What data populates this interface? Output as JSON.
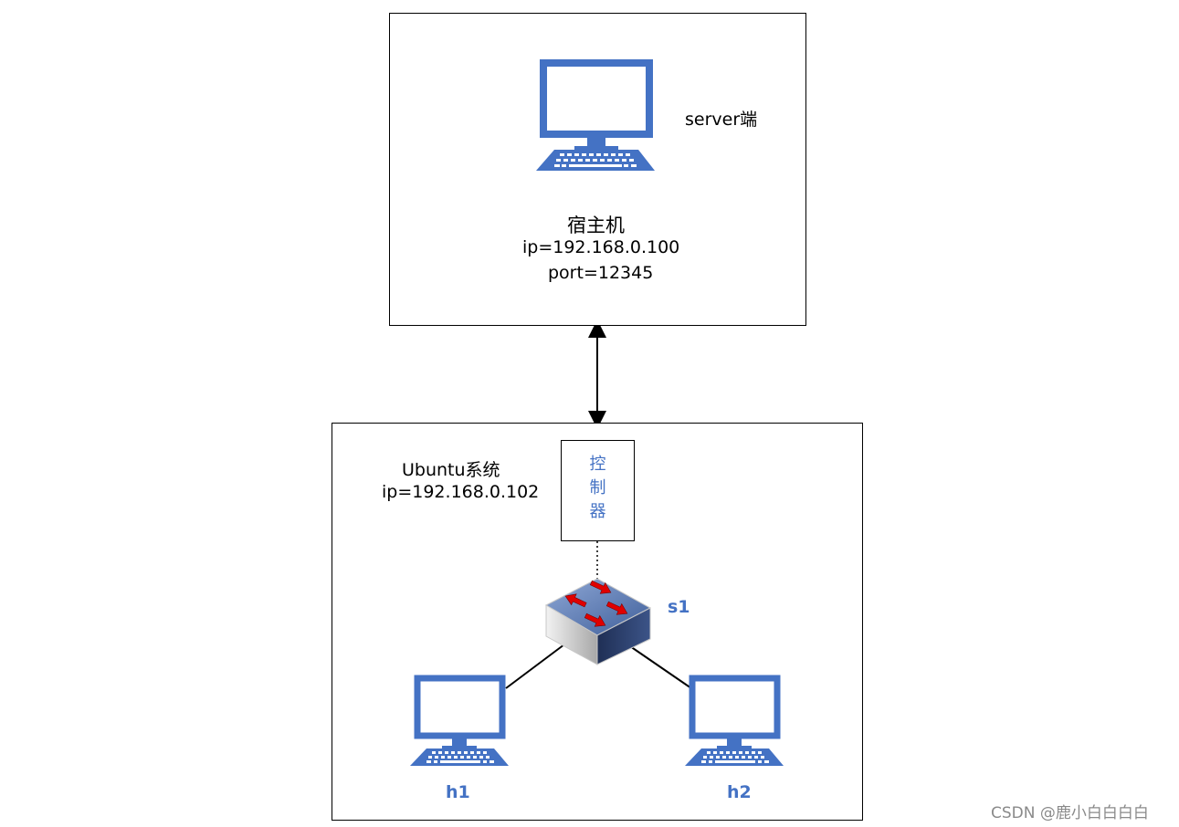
{
  "colors": {
    "device_blue": "#4472c4",
    "arrow_red": "#e00000",
    "switch_top": "#5b7fb8",
    "line": "#000000"
  },
  "server_box": {
    "label_side": "server端",
    "title": "宿主机",
    "ip": "ip=192.168.0.100",
    "port": "port=12345",
    "icon": "desktop-computer-icon"
  },
  "ubuntu_box": {
    "title": "Ubuntu系统",
    "ip": "ip=192.168.0.102"
  },
  "controller": {
    "chars": [
      "控",
      "制",
      "器"
    ]
  },
  "switch": {
    "label": "s1",
    "icon": "network-switch-icon"
  },
  "hosts": [
    {
      "label": "h1",
      "icon": "desktop-computer-icon"
    },
    {
      "label": "h2",
      "icon": "desktop-computer-icon"
    }
  ],
  "watermark": "CSDN @鹿小白白白白"
}
